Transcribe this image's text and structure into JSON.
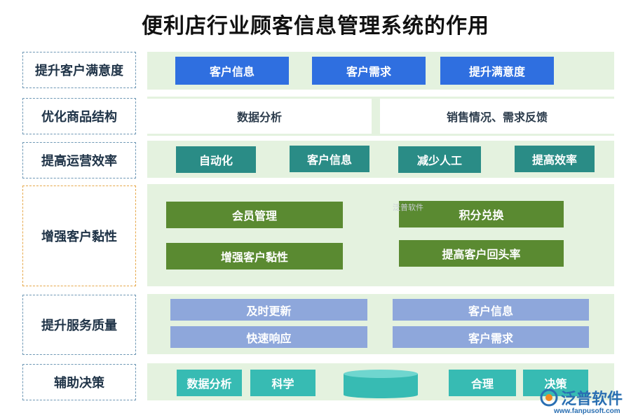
{
  "title": "便利店行业顾客信息管理系统的作用",
  "rows": [
    {
      "label": "提升客户满意度",
      "items": [
        "客户信息",
        "客户需求",
        "提升满意度"
      ]
    },
    {
      "label": "优化商品结构",
      "items": [
        "数据分析",
        "销售情况、需求反馈"
      ]
    },
    {
      "label": "提高运营效率",
      "items": [
        "自动化",
        "客户信息",
        "减少人工",
        "提高效率"
      ]
    },
    {
      "label": "增强客户黏性",
      "items": [
        "会员管理",
        "积分兑换",
        "增强客户黏性",
        "提高客户回头率"
      ]
    },
    {
      "label": "提升服务质量",
      "items": [
        "及时更新",
        "客户信息",
        "快速响应",
        "客户需求"
      ]
    },
    {
      "label": "辅助决策",
      "items": [
        "数据分析",
        "科学",
        "合理",
        "决策"
      ]
    }
  ],
  "watermark": "泛普软件",
  "logo": {
    "name": "泛普软件",
    "url": "www.fanpusoft.com"
  },
  "colors": {
    "row_background": "#e4f2df",
    "blue": "#2f6fe0",
    "teal": "#2a8c86",
    "green": "#5a8a31",
    "lilac": "#8ea7db",
    "aqua": "#37bbb3"
  }
}
